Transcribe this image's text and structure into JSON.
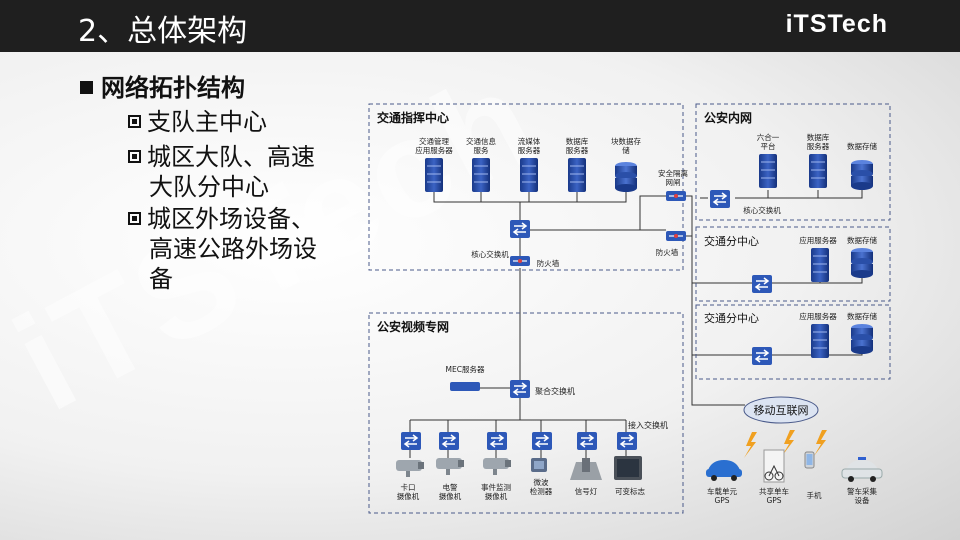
{
  "header": {
    "title": "2、总体架构",
    "brand": "iTSTech"
  },
  "watermark": "iTSTech",
  "content": {
    "heading": "网络拓扑结构",
    "bullets": [
      {
        "lines": [
          "支队主中心"
        ]
      },
      {
        "lines": [
          "城区大队、高速",
          "大队分中心"
        ]
      },
      {
        "lines": [
          "城区外场设备、",
          "高速公路外场设",
          "备"
        ]
      }
    ]
  },
  "diagram": {
    "traffic_center": {
      "title": "交通指挥中心",
      "servers": [
        {
          "lines": [
            "交通管理",
            "应用服务器"
          ],
          "icon": "server-rack"
        },
        {
          "lines": [
            "交通信息",
            "服务"
          ],
          "icon": "server-rack"
        },
        {
          "lines": [
            "流媒体",
            "服务器"
          ],
          "icon": "server-rack"
        },
        {
          "lines": [
            "数据库",
            "服务器"
          ],
          "icon": "server-rack"
        },
        {
          "lines": [
            "块数据存",
            "储"
          ],
          "icon": "storage-disks"
        }
      ],
      "core_switch": "核心交换机",
      "firewall": "防火墙"
    },
    "isolation": {
      "lines": [
        "安全隔离",
        "网闸"
      ]
    },
    "firewall2": "防火墙",
    "police_intranet": {
      "title": "公安内网",
      "items": [
        {
          "lines": [
            "六合一",
            "平台"
          ],
          "icon": "server-rack"
        },
        {
          "lines": [
            "数据库",
            "服务器"
          ],
          "icon": "server-rack"
        },
        {
          "lines": [
            "数据存储"
          ],
          "icon": "storage-disks"
        }
      ],
      "core_switch": "核心交换机"
    },
    "sub_centers": [
      {
        "title": "交通分中心",
        "app": "应用服务器",
        "storage": "数据存储"
      },
      {
        "title": "交通分中心",
        "app": "应用服务器",
        "storage": "数据存储"
      }
    ],
    "video_net": {
      "title": "公安视频专网",
      "mec": "MEC服务器",
      "agg_switch": "聚合交换机",
      "access_switch": "接入交换机",
      "devices": [
        {
          "lines": [
            "卡口",
            "摄像机"
          ]
        },
        {
          "lines": [
            "电警",
            "摄像机"
          ]
        },
        {
          "lines": [
            "事件监测",
            "摄像机"
          ]
        },
        {
          "lines": [
            "微波",
            "检测器"
          ]
        },
        {
          "lines": [
            "信号灯"
          ]
        },
        {
          "lines": [
            "可变标志"
          ]
        }
      ]
    },
    "mobile": {
      "label": "移动互联网",
      "devices": [
        {
          "lines": [
            "车载单元",
            "GPS"
          ]
        },
        {
          "lines": [
            "共享单车",
            "GPS"
          ]
        },
        {
          "lines": [
            "手机"
          ]
        },
        {
          "lines": [
            "警车采集",
            "设备"
          ]
        }
      ]
    },
    "colors": {
      "box_border": "#4a5a8a",
      "device_blue": "#1f3f8f",
      "line": "#333333",
      "lightning": "#f0a020"
    }
  }
}
